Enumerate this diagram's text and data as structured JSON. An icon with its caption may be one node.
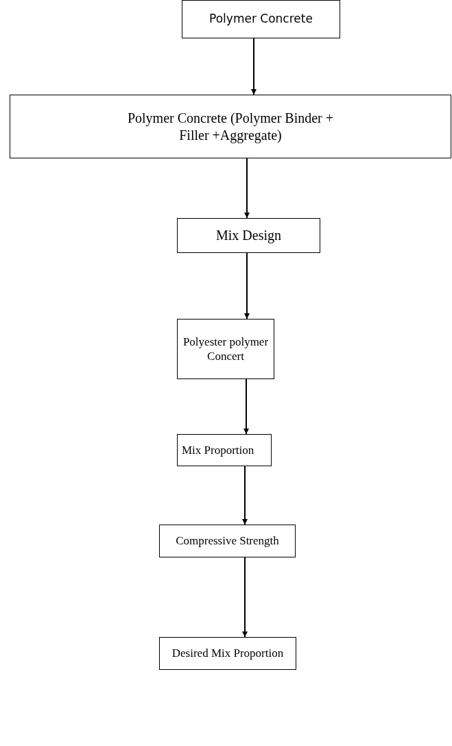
{
  "diagram": {
    "nodes": [
      {
        "text": [
          "Polymer Concrete"
        ]
      },
      {
        "text": [
          "Polymer Concrete (Polymer Binder + Filler +Aggregate)"
        ]
      },
      {
        "text": [
          "Mix Design"
        ]
      },
      {
        "text": [
          "Polyester polymer Concert"
        ]
      },
      {
        "text": [
          "Mix Proportion"
        ]
      },
      {
        "text": [
          "Compressive Strength"
        ]
      },
      {
        "text": [
          "Desired Mix Proportion"
        ]
      }
    ],
    "edges": [
      {
        "from": 0,
        "to": 1,
        "arrow": "to"
      },
      {
        "from": 1,
        "to": 2,
        "arrow": "to"
      },
      {
        "from": 2,
        "to": 3,
        "arrow": "to"
      },
      {
        "from": 3,
        "to": 4,
        "arrow": "to"
      },
      {
        "from": 4,
        "to": 5,
        "arrow": "to"
      },
      {
        "from": 5,
        "to": 6,
        "arrow": "to"
      }
    ]
  }
}
